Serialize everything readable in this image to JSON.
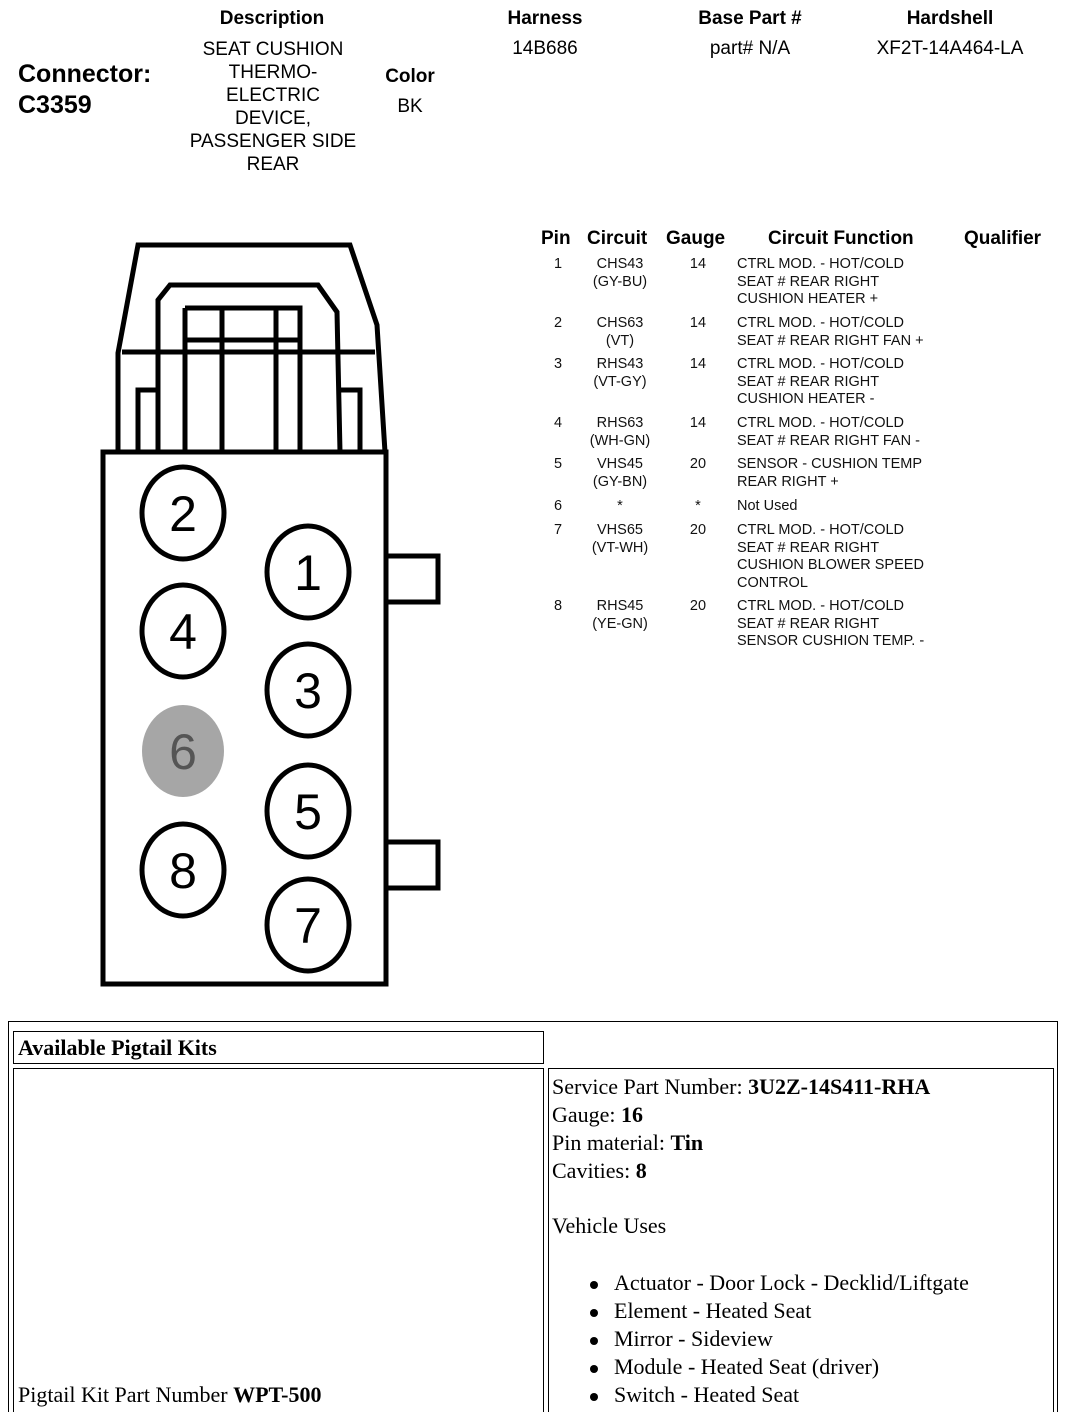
{
  "header": {
    "description_label": "Description",
    "description_value": [
      "SEAT CUSHION",
      "THERMO-",
      "ELECTRIC",
      "DEVICE,",
      "PASSENGER SIDE",
      "REAR"
    ],
    "harness_label": "Harness",
    "harness_value": "14B686",
    "base_part_label": "Base Part #",
    "base_part_value": "part# N/A",
    "hardshell_label": "Hardshell",
    "hardshell_value": "XF2T-14A464-LA",
    "connector_label": "Connector:",
    "connector_value": "C3359",
    "color_label": "Color",
    "color_value": "BK"
  },
  "connector_diagram": {
    "pins": [
      "1",
      "2",
      "3",
      "4",
      "5",
      "6",
      "7",
      "8"
    ],
    "unused_pin": "6",
    "unused_fill": "#a6a6a6"
  },
  "pin_table": {
    "columns": [
      "Pin",
      "Circuit",
      "Gauge",
      "Circuit Function",
      "Qualifier"
    ],
    "rows": [
      {
        "pin": "1",
        "circuit": [
          "CHS43",
          "(GY-BU)"
        ],
        "gauge": "14",
        "function": [
          "CTRL MOD. - HOT/COLD",
          "SEAT # REAR RIGHT",
          "CUSHION HEATER +"
        ]
      },
      {
        "pin": "2",
        "circuit": [
          "CHS63",
          "(VT)"
        ],
        "gauge": "14",
        "function": [
          "CTRL MOD. - HOT/COLD",
          "SEAT # REAR RIGHT FAN +"
        ]
      },
      {
        "pin": "3",
        "circuit": [
          "RHS43",
          "(VT-GY)"
        ],
        "gauge": "14",
        "function": [
          "CTRL MOD. - HOT/COLD",
          "SEAT # REAR RIGHT",
          "CUSHION HEATER -"
        ]
      },
      {
        "pin": "4",
        "circuit": [
          "RHS63",
          "(WH-GN)"
        ],
        "gauge": "14",
        "function": [
          "CTRL MOD. - HOT/COLD",
          "SEAT # REAR RIGHT FAN -"
        ]
      },
      {
        "pin": "5",
        "circuit": [
          "VHS45",
          "(GY-BN)"
        ],
        "gauge": "20",
        "function": [
          "SENSOR - CUSHION TEMP",
          "REAR RIGHT +"
        ]
      },
      {
        "pin": "6",
        "circuit": [
          "*"
        ],
        "gauge": "*",
        "function": [
          "Not Used"
        ]
      },
      {
        "pin": "7",
        "circuit": [
          "VHS65",
          "(VT-WH)"
        ],
        "gauge": "20",
        "function": [
          "CTRL MOD. - HOT/COLD",
          "SEAT # REAR RIGHT",
          "CUSHION BLOWER SPEED",
          "CONTROL"
        ]
      },
      {
        "pin": "8",
        "circuit": [
          "RHS45",
          "(YE-GN)"
        ],
        "gauge": "20",
        "function": [
          "CTRL MOD. - HOT/COLD",
          "SEAT # REAR RIGHT",
          "SENSOR CUSHION TEMP. -"
        ]
      }
    ]
  },
  "pigtail": {
    "title": "Available Pigtail Kits",
    "kit_label": "Pigtail Kit Part Number ",
    "kit_value": "WPT-500",
    "service_label": "Service Part Number: ",
    "service_value": "3U2Z-14S411-RHA",
    "gauge_label": "Gauge: ",
    "gauge_value": "16",
    "pin_material_label": "Pin material: ",
    "pin_material_value": "Tin",
    "cavities_label": "Cavities: ",
    "cavities_value": "8",
    "vehicle_uses_label": "Vehicle Uses",
    "vehicle_uses": [
      "Actuator - Door Lock - Decklid/Liftgate",
      "Element - Heated Seat",
      "Mirror - Sideview",
      "Module - Heated Seat (driver)",
      "Switch - Heated Seat"
    ]
  }
}
